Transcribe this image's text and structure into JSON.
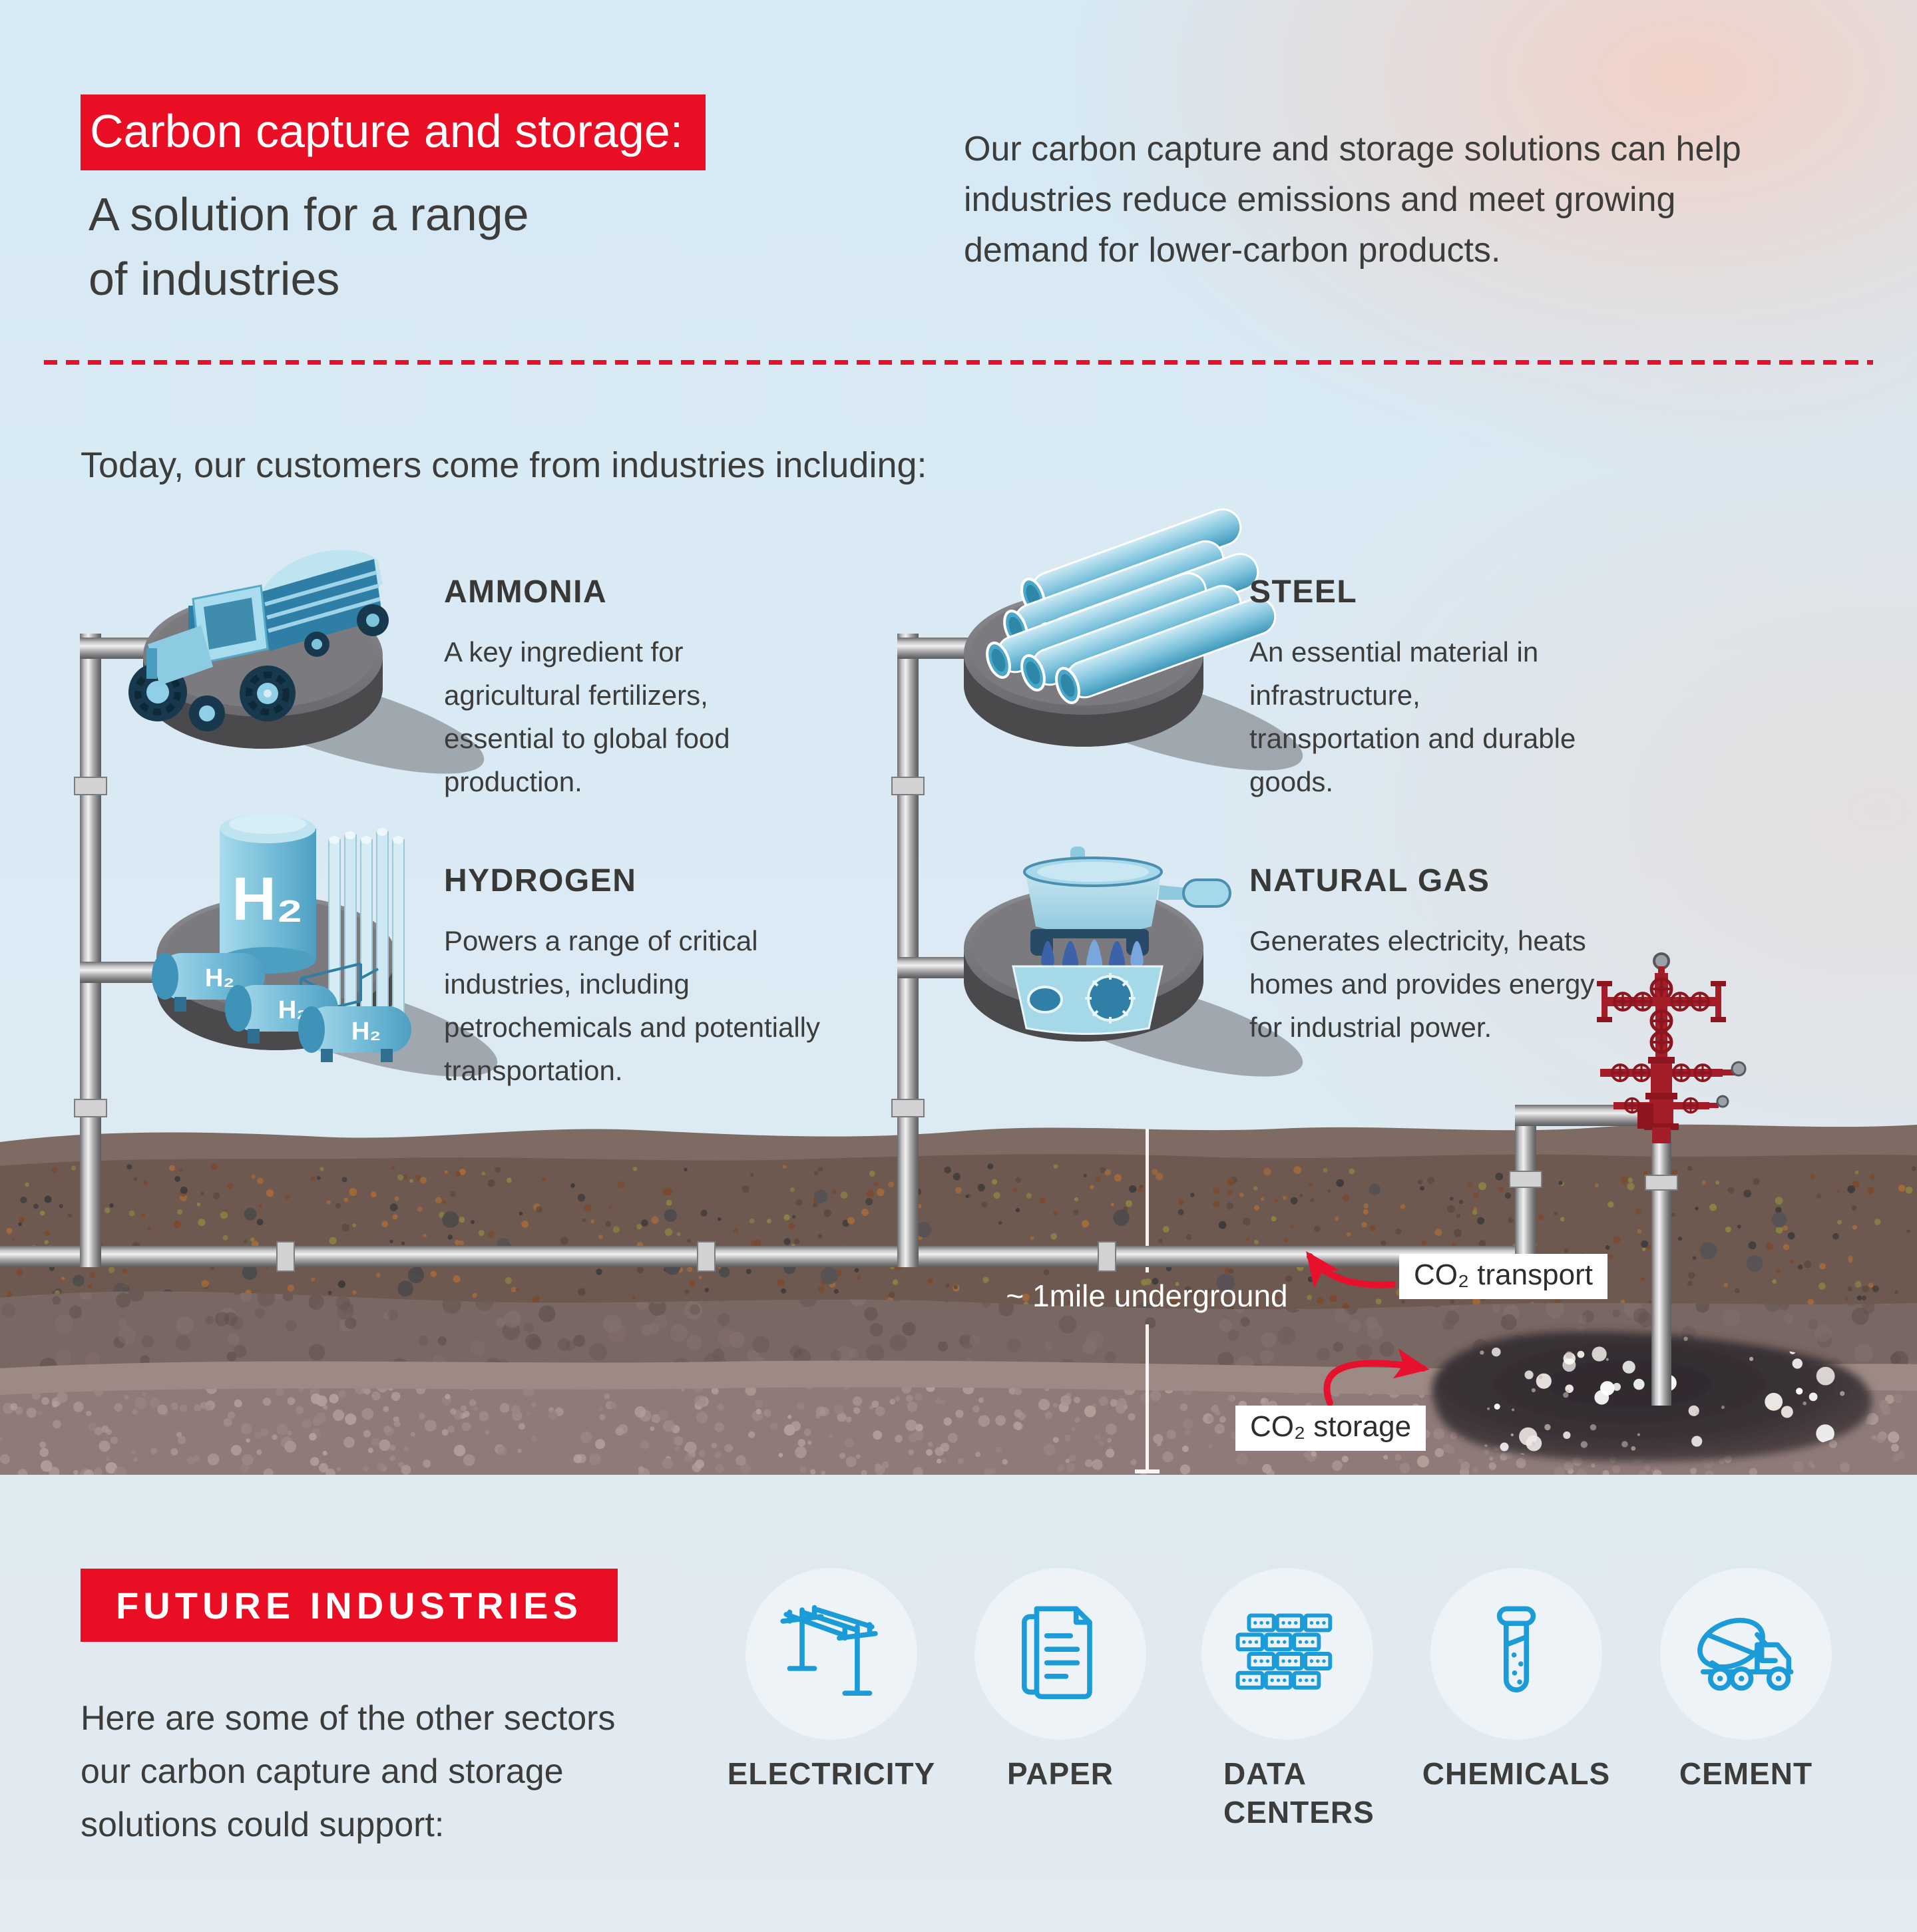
{
  "header": {
    "title": "Carbon capture and storage:",
    "subtitle_line1": "A solution for a range",
    "subtitle_line2": "of industries",
    "intro": "Our carbon capture and storage solutions can help industries reduce emissions and meet growing demand for lower-carbon products."
  },
  "today_heading": "Today, our customers come from industries including:",
  "industries": [
    {
      "name": "AMMONIA",
      "description": "A key ingredient for agricultural fertilizers, essential to global food production.",
      "icon": "tractor-icon"
    },
    {
      "name": "STEEL",
      "description": "An essential material in infrastructure, transportation and durable goods.",
      "icon": "steel-pipes-icon"
    },
    {
      "name": "HYDROGEN",
      "description": "Powers a range of critical industries, including petrochemicals and potentially transportation.",
      "icon": "hydrogen-tanks-icon"
    },
    {
      "name": "NATURAL GAS",
      "description": "Generates electricity, heats homes and provides energy for industrial power.",
      "icon": "gas-burner-icon"
    }
  ],
  "diagram": {
    "depth_label": "~ 1mile underground",
    "transport_label": "CO₂ transport",
    "storage_label": "CO₂ storage",
    "h2_label": "H₂"
  },
  "future": {
    "heading": "FUTURE INDUSTRIES",
    "description": "Here are some of the other sectors our carbon capture and storage solutions could support:",
    "sectors": [
      {
        "label": "ELECTRICITY",
        "icon": "power-lines-icon"
      },
      {
        "label": "PAPER",
        "icon": "paper-document-icon"
      },
      {
        "label": "DATA\nCENTERS",
        "icon": "server-racks-icon"
      },
      {
        "label": "CHEMICALS",
        "icon": "test-tube-icon"
      },
      {
        "label": "CEMENT",
        "icon": "cement-truck-icon"
      }
    ]
  },
  "colors": {
    "accent_red": "#e8112d",
    "icon_blue": "#1b9cd8",
    "text_dark": "#3c3c3b"
  }
}
